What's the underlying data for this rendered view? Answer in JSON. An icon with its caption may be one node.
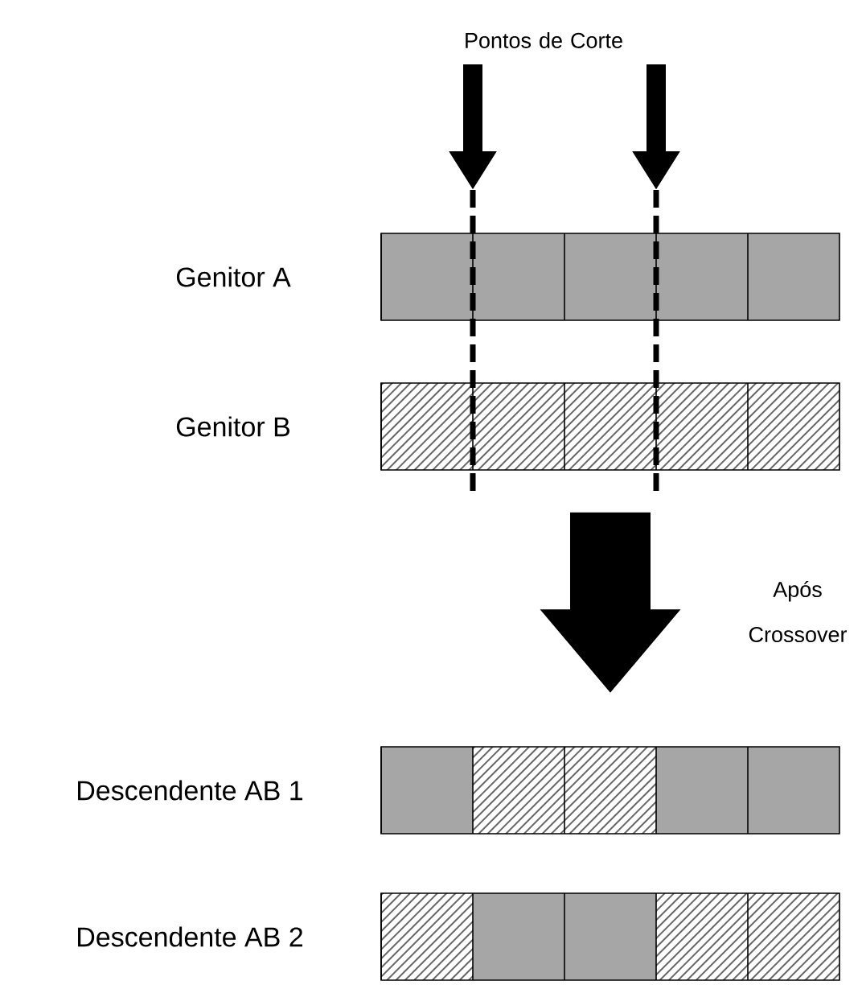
{
  "diagram": {
    "nodes": [
      {
        "text": [],
        "shape": "box",
        "beside": [
          "Genitor A"
        ]
      },
      {
        "text": [],
        "shape": "box",
        "beside": [
          "Genitor B"
        ]
      },
      {
        "text": [],
        "shape": "box",
        "beside": [
          "Descendente AB 1"
        ]
      },
      {
        "text": [],
        "shape": "box",
        "beside": [
          "Descendente AB 2"
        ]
      }
    ],
    "edges": [
      {
        "from": 1,
        "to": 2,
        "arrow": "to"
      }
    ],
    "labels": [
      "Pontos de Corte",
      "Após Crossover"
    ]
  }
}
